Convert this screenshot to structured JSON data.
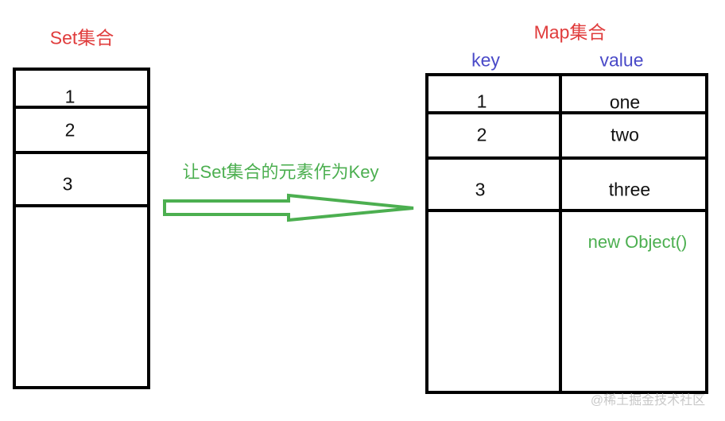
{
  "set": {
    "title": "Set集合",
    "items": [
      "1",
      "2",
      "3"
    ]
  },
  "map": {
    "title": "Map集合",
    "headers": {
      "key": "key",
      "value": "value"
    },
    "rows": [
      {
        "key": "1",
        "value": "one"
      },
      {
        "key": "2",
        "value": "two"
      },
      {
        "key": "3",
        "value": "three"
      }
    ],
    "extra_value": "new Object()"
  },
  "arrow": {
    "label": "让Set集合的元素作为Key"
  },
  "watermark": "@稀土掘金技术社区",
  "colors": {
    "title": "#e03c3c",
    "header": "#4a4ac8",
    "arrow": "#4caf50",
    "line": "#000000"
  }
}
